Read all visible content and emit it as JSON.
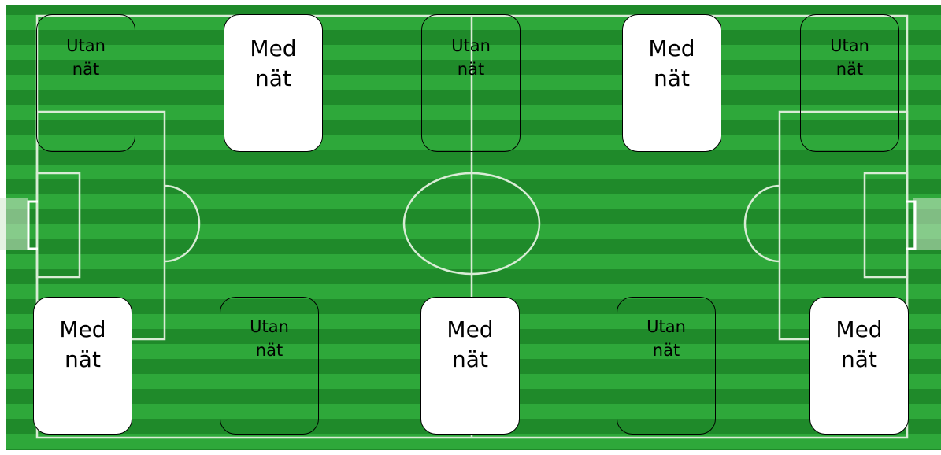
{
  "colors": {
    "grass_dark": "#1f8a2a",
    "grass_light": "#2ea83a",
    "lines": "#d9ecd6",
    "border": "#000000",
    "box_fill": "#ffffff"
  },
  "zones": [
    {
      "kind": "utan",
      "line1": "Utan",
      "line2": "nät"
    },
    {
      "kind": "med",
      "line1": "Med",
      "line2": "nät"
    },
    {
      "kind": "utan",
      "line1": "Utan",
      "line2": "nät"
    },
    {
      "kind": "med",
      "line1": "Med",
      "line2": "nät"
    },
    {
      "kind": "utan",
      "line1": "Utan",
      "line2": "nät"
    },
    {
      "kind": "med",
      "line1": "Med",
      "line2": "nät"
    },
    {
      "kind": "utan",
      "line1": "Utan",
      "line2": "nät"
    },
    {
      "kind": "med",
      "line1": "Med",
      "line2": "nät"
    },
    {
      "kind": "utan",
      "line1": "Utan",
      "line2": "nät"
    },
    {
      "kind": "med",
      "line1": "Med",
      "line2": "nät"
    }
  ]
}
